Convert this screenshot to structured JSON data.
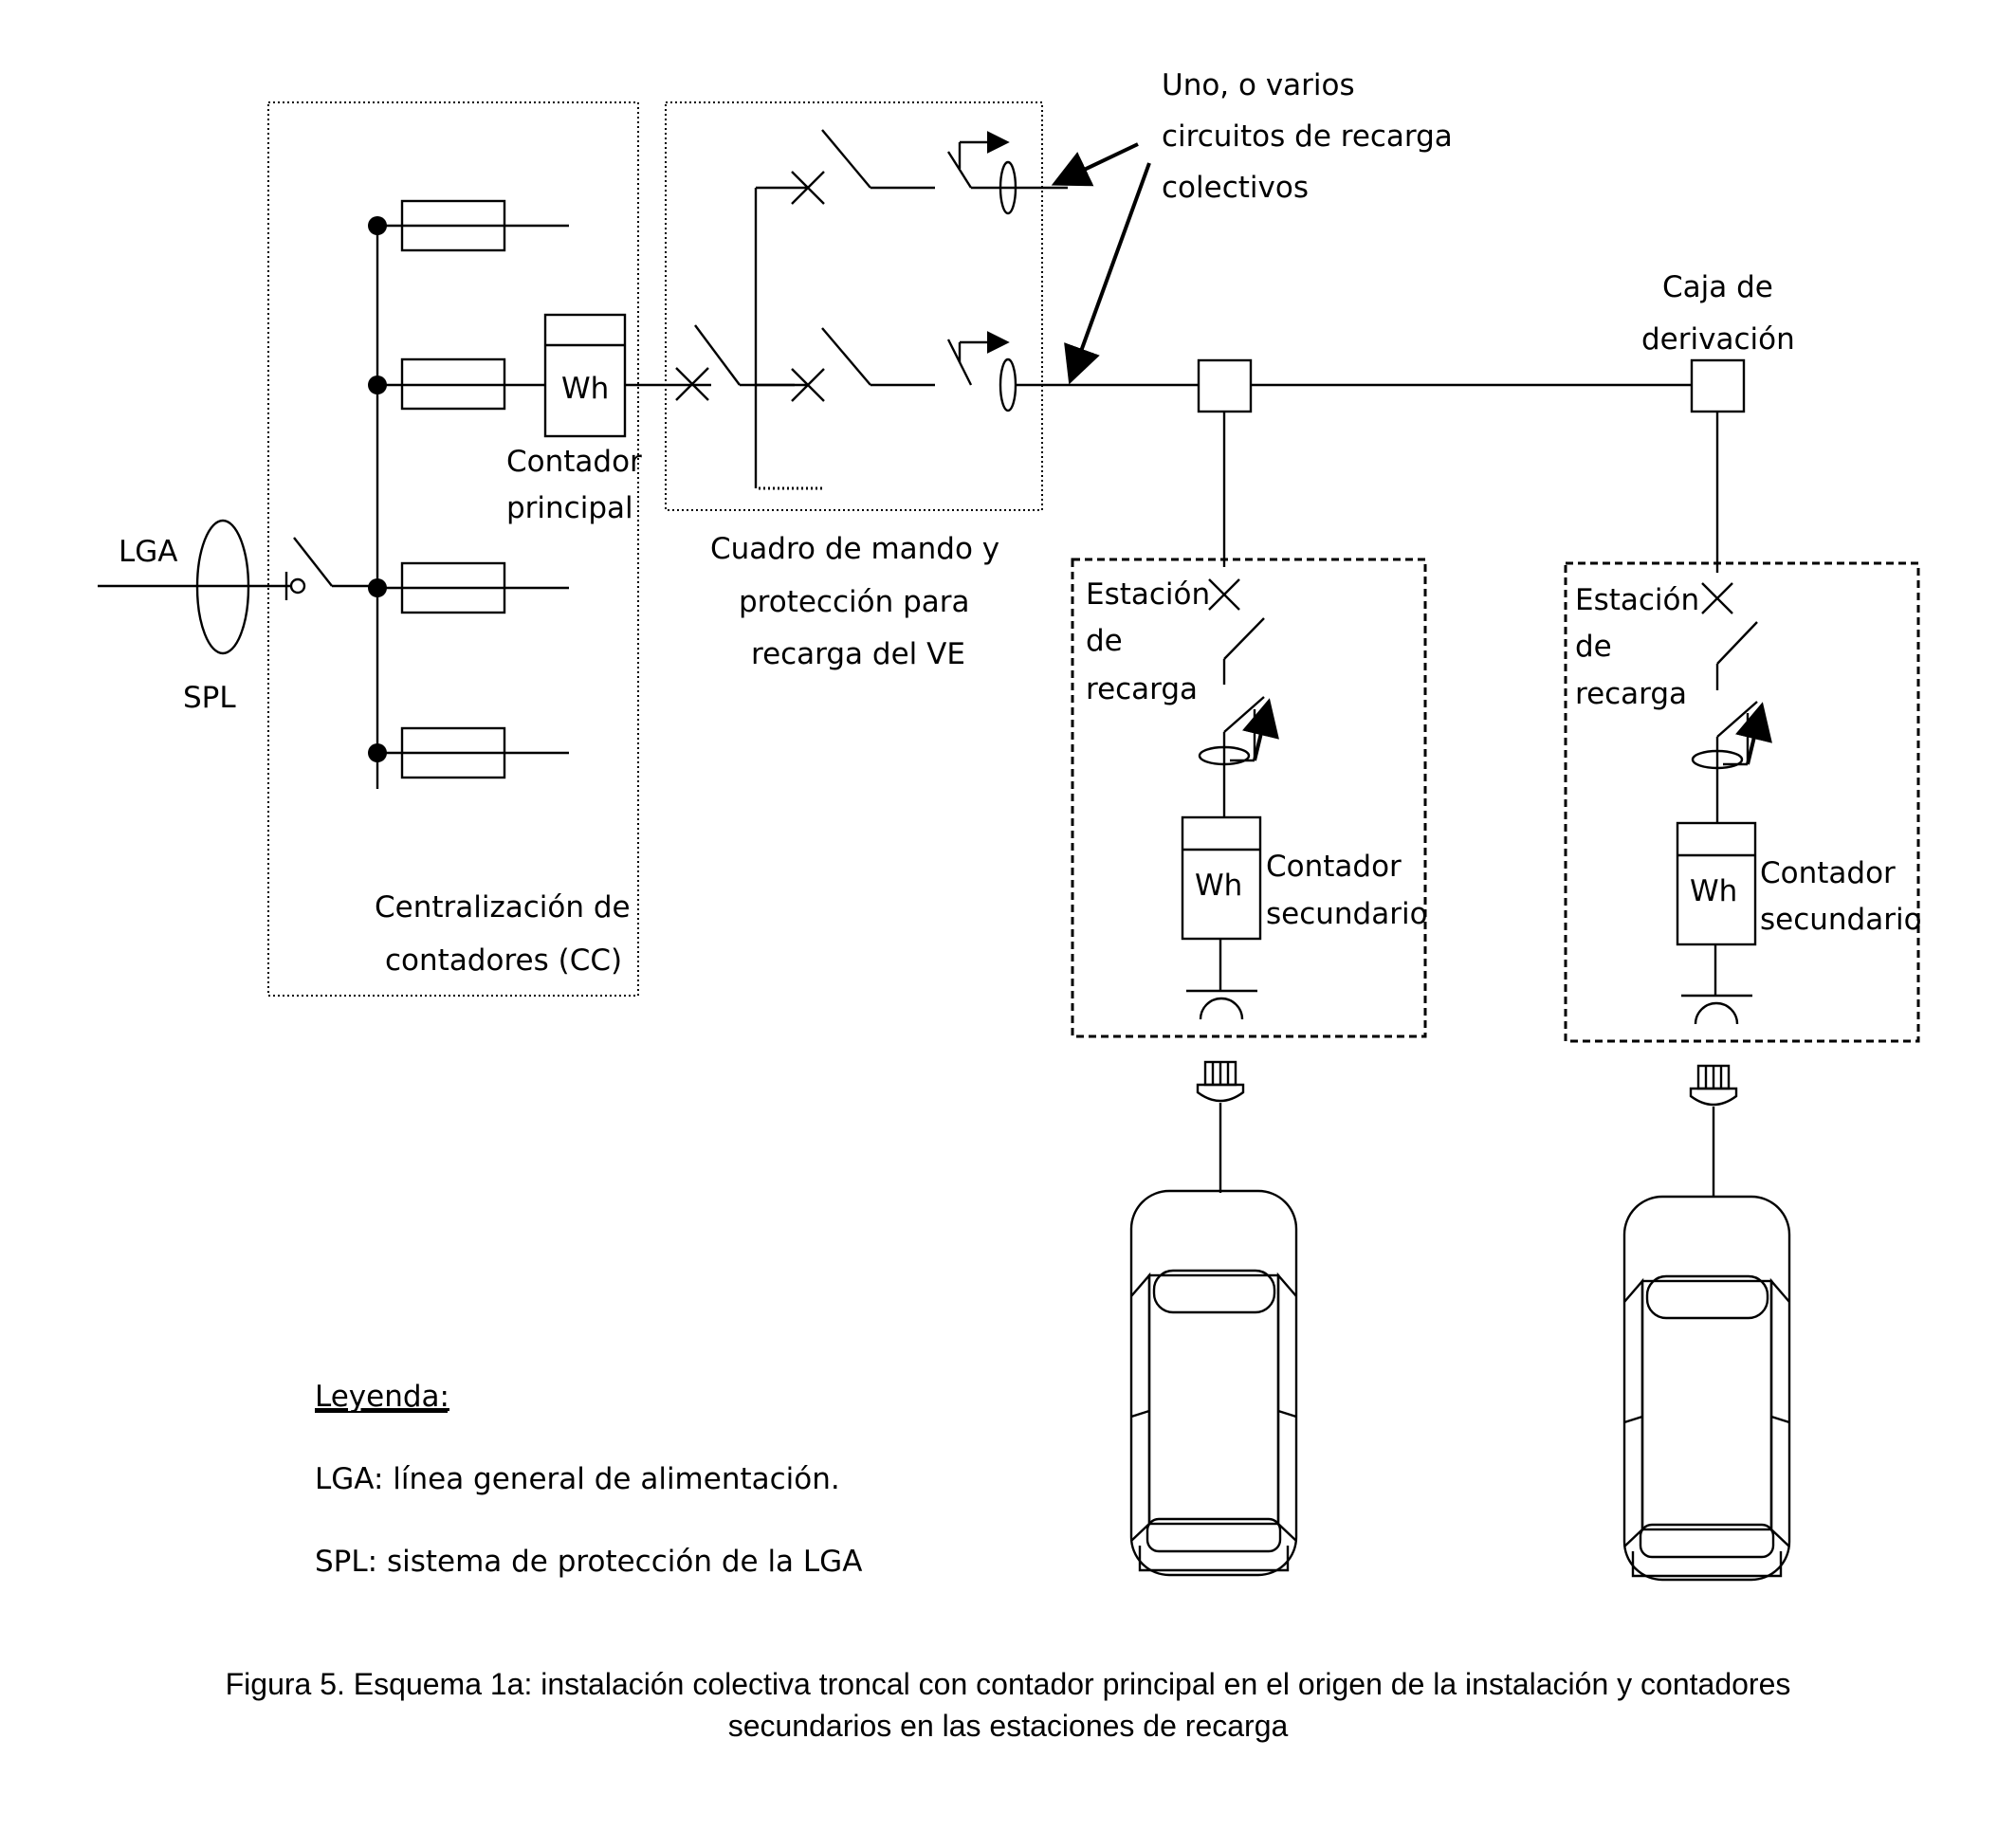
{
  "labels": {
    "uno_varios_1": "Uno, o varios",
    "uno_varios_2": "circuitos de recarga",
    "uno_varios_3": "colectivos",
    "caja_1": "Caja de",
    "caja_2": "derivación",
    "lga": "LGA",
    "spl": "SPL",
    "wh_main": "Wh",
    "contador_principal_1": "Contador",
    "contador_principal_2": "principal",
    "cuadro_1": "Cuadro de mando y",
    "cuadro_2": "protección para",
    "cuadro_3": "recarga del VE",
    "centralizacion_1": "Centralización de",
    "centralizacion_2": "contadores (CC)",
    "estacion_1": "Estación",
    "estacion_2": "de",
    "estacion_3": "recarga",
    "wh_secondary": "Wh",
    "contador_secundario_1": "Contador",
    "contador_secundario_2": "secundario"
  },
  "legend": {
    "title": "Leyenda:",
    "lga": "LGA: línea general de alimentación.",
    "spl": "SPL: sistema de protección de la LGA"
  },
  "caption": {
    "line1": "Figura 5. Esquema 1a: instalación colectiva troncal con contador principal en el origen de la instalación y contadores",
    "line2": "secundarios en las estaciones de recarga"
  }
}
